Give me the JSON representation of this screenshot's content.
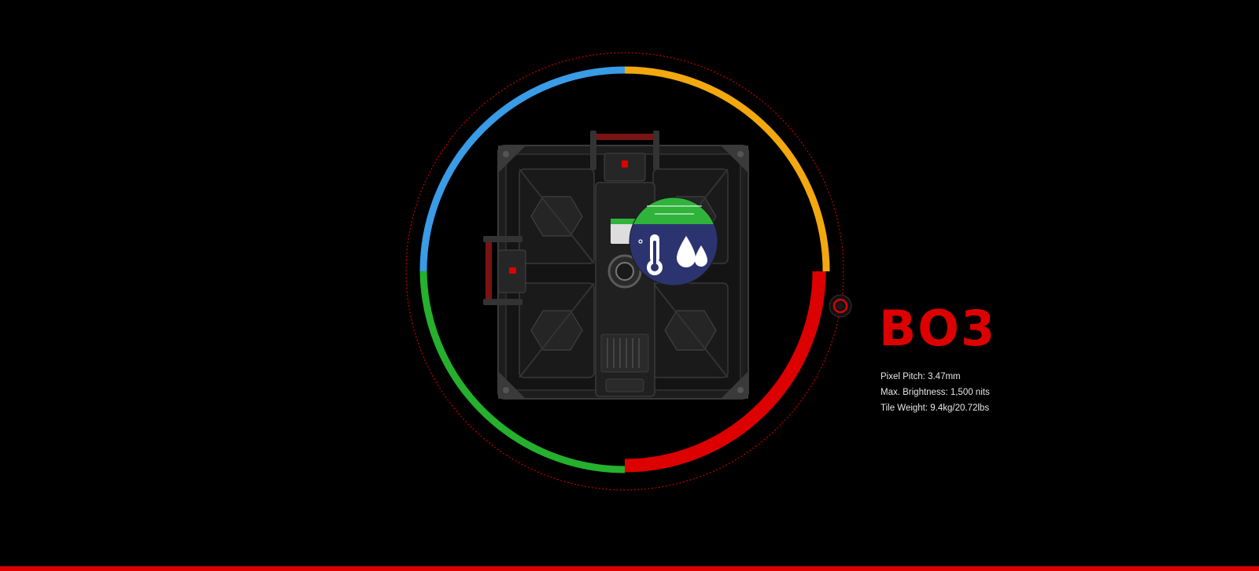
{
  "product": {
    "name": "BO3",
    "specs": [
      "Pixel Pitch: 3.47mm",
      "Max. Brightness: 1,500 nits",
      "Tile Weight: 9.4kg/20.72lbs"
    ]
  },
  "ring": {
    "segments": [
      {
        "name": "blue",
        "color": "#3a9be6"
      },
      {
        "name": "orange",
        "color": "#f2a80e"
      },
      {
        "name": "red",
        "color": "#dd0000"
      },
      {
        "name": "green",
        "color": "#25b02d"
      }
    ],
    "outer_color": "#c40000"
  },
  "badge": {
    "band_color": "#2fb33a",
    "disc_color": "#2c3470",
    "icons": [
      "thermometer-icon",
      "water-drops-icon"
    ]
  },
  "colors": {
    "accent": "#dd0000",
    "text": "#e6e6e6",
    "background": "#000000"
  }
}
